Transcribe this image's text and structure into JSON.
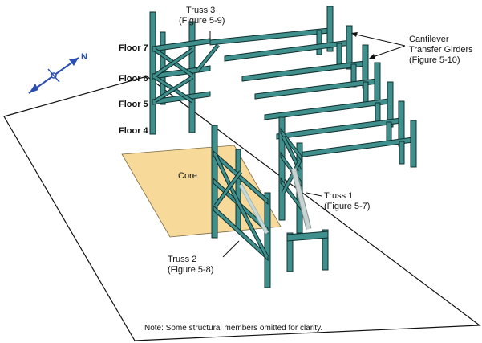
{
  "labels": {
    "truss3": [
      "Truss 3",
      "(Figure 5-9)"
    ],
    "cantilever": [
      "Cantilever",
      "Transfer Girders",
      "(Figure 5-10)"
    ],
    "truss1": [
      "Truss 1",
      "(Figure 5-7)"
    ],
    "truss2": [
      "Truss 2",
      "(Figure 5-8)"
    ],
    "core": "Core",
    "north": "N",
    "note": "Note: Some structural members omitted for clarity."
  },
  "floors": [
    "Floor 7",
    "Floor 6",
    "Floor 5",
    "Floor 4"
  ],
  "colors": {
    "steel": "#3f8f8c",
    "steel_light": "#8cc7c2",
    "steel_edge": "#0f2f2e",
    "core_fill": "#f7d99a",
    "slab_outline": "#111111",
    "compass": "#2b4fb0"
  }
}
